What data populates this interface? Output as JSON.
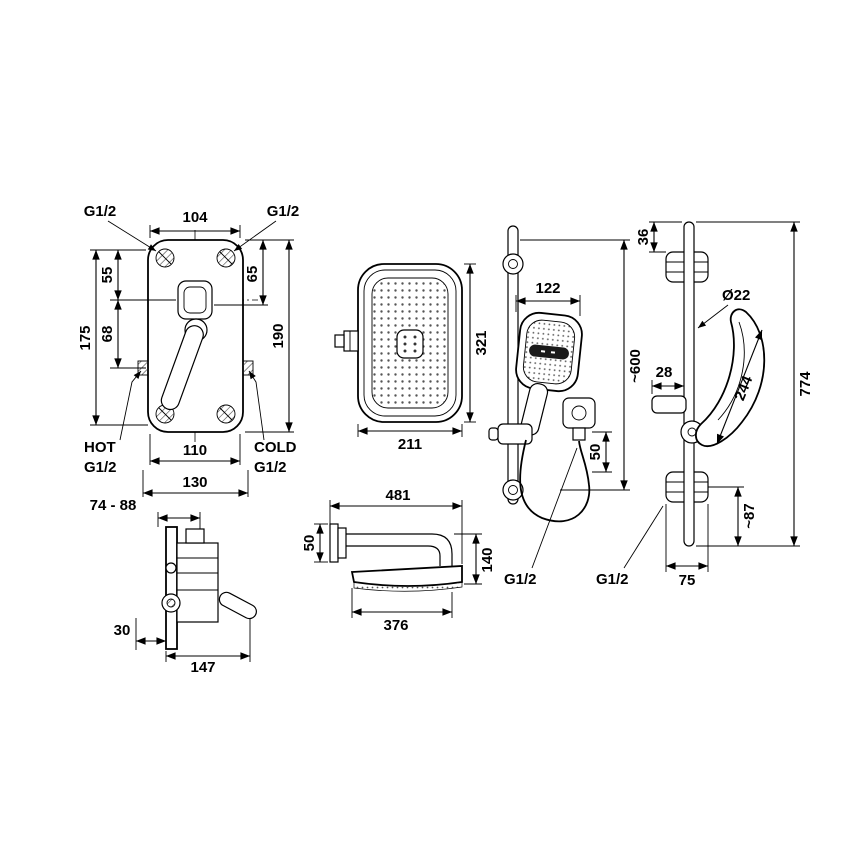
{
  "colors": {
    "line": "#000000",
    "background": "#ffffff"
  },
  "mixer_front": {
    "thread_top_left": "G1/2",
    "thread_top_right": "G1/2",
    "width_top": "104",
    "offset_55": "55",
    "offset_68": "68",
    "height_175": "175",
    "offset_65": "65",
    "height_190": "190",
    "width_110": "110",
    "width_130": "130",
    "hot_label": "HOT",
    "hot_thread": "G1/2",
    "cold_label": "COLD",
    "cold_thread": "G1/2"
  },
  "mixer_side": {
    "depth_range": "74 - 88",
    "offset_30": "30",
    "depth_147": "147"
  },
  "head_front": {
    "width_211": "211",
    "height_321": "321"
  },
  "arm_side": {
    "length_481": "481",
    "offset_50": "50",
    "height_140": "140",
    "length_376": "376"
  },
  "hand_shower": {
    "width_122": "122",
    "height_600": "~600",
    "offset_50": "50",
    "thread": "G1/2"
  },
  "slide_bar": {
    "offset_36": "36",
    "diameter": "Ø22",
    "offset_28": "28",
    "length_244": "244",
    "height_774": "774",
    "offset_87": "~87",
    "width_75": "75",
    "thread": "G1/2"
  }
}
